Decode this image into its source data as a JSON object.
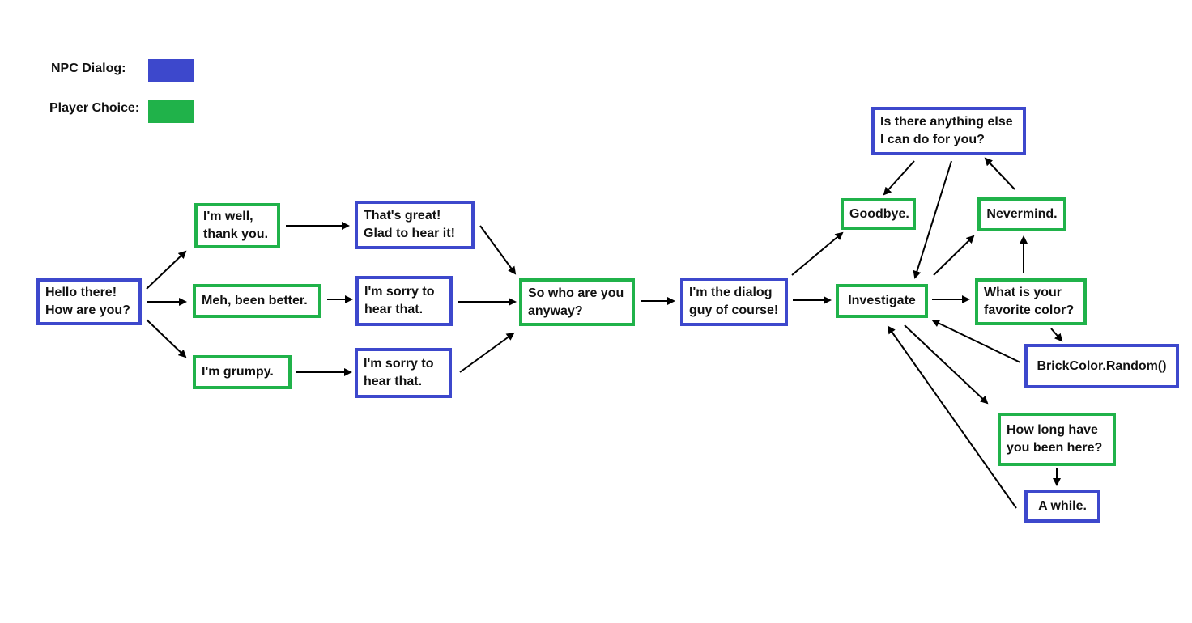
{
  "colors": {
    "npc": "#3d48cc",
    "player": "#20b24a",
    "arrow": "#000000"
  },
  "legend": {
    "npc_label": "NPC Dialog:",
    "player_label": "Player Choice:"
  },
  "nodes": {
    "hello": {
      "kind": "npc",
      "text": "Hello there!\nHow are you?"
    },
    "well": {
      "kind": "player",
      "text": "I'm well,\nthank you."
    },
    "meh": {
      "kind": "player",
      "text": "Meh, been better."
    },
    "grumpy": {
      "kind": "player",
      "text": "I'm grumpy."
    },
    "great": {
      "kind": "npc",
      "text": "That's great!\nGlad to hear it!"
    },
    "sorry1": {
      "kind": "npc",
      "text": "I'm sorry to\nhear that."
    },
    "sorry2": {
      "kind": "npc",
      "text": "I'm sorry to\nhear that."
    },
    "who": {
      "kind": "player",
      "text": "So who are you\nanyway?"
    },
    "dialog_guy": {
      "kind": "npc",
      "text": "I'm the dialog\nguy of course!"
    },
    "investigate": {
      "kind": "player",
      "text": "Investigate"
    },
    "goodbye": {
      "kind": "player",
      "text": "Goodbye."
    },
    "anything_else": {
      "kind": "npc",
      "text": "Is there anything else\nI can do for you?"
    },
    "nevermind": {
      "kind": "player",
      "text": "Nevermind."
    },
    "color_q": {
      "kind": "player",
      "text": "What is your\nfavorite color?"
    },
    "brickcolor": {
      "kind": "npc",
      "text": "BrickColor.Random()"
    },
    "how_long": {
      "kind": "player",
      "text": "How long have\nyou been here?"
    },
    "a_while": {
      "kind": "npc",
      "text": "A while."
    }
  }
}
